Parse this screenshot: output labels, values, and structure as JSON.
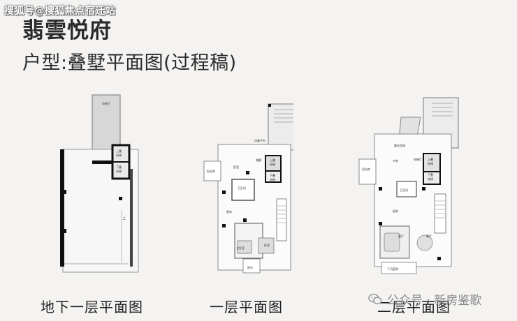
{
  "watermark": "搜狐号@搜狐焦点宿迁站",
  "header": {
    "title": "翡雲悦府",
    "subtitle": "户型:叠墅平面图(过程稿)"
  },
  "plans": {
    "basement": {
      "caption": "地下一层平面图",
      "rooms": {
        "elevator_hall": "电梯厅",
        "up_stair": "上叠",
        "up_stair_sub": "电梯",
        "down_stair": "下叠",
        "down_stair_sub": "电梯",
        "up_mark": "上"
      }
    },
    "floor1": {
      "caption": "一层平面图",
      "rooms": {
        "equip": "设备平台",
        "storage": "储藏",
        "up_stair": "上叠",
        "up_stair_sub": "电梯",
        "down_stair": "下叠",
        "down_stair_sub": "电梯",
        "sunroom": "阳光房",
        "bedroom": "卧室",
        "bath": "卫生间",
        "kitchen": "厨房",
        "master": "主卧室",
        "second": "卧室",
        "balcony": "阳台"
      }
    },
    "floor2": {
      "caption": "二层平面图",
      "rooms": {
        "terrace": "露台花园",
        "elevator": "电梯厅",
        "study": "书房",
        "sunroom": "阳光房",
        "up_stair": "上叠",
        "up_stair_sub": "电梯",
        "down_stair": "下叠",
        "down_stair_sub": "电梯",
        "bath": "卫生间",
        "kitchen": "厨房",
        "living": "客厅",
        "dining": "餐厅",
        "bottom": "下沉庭院"
      }
    }
  },
  "footer": {
    "account": "公众号 · 新房鉴歌",
    "icon": "wechat-icon"
  }
}
